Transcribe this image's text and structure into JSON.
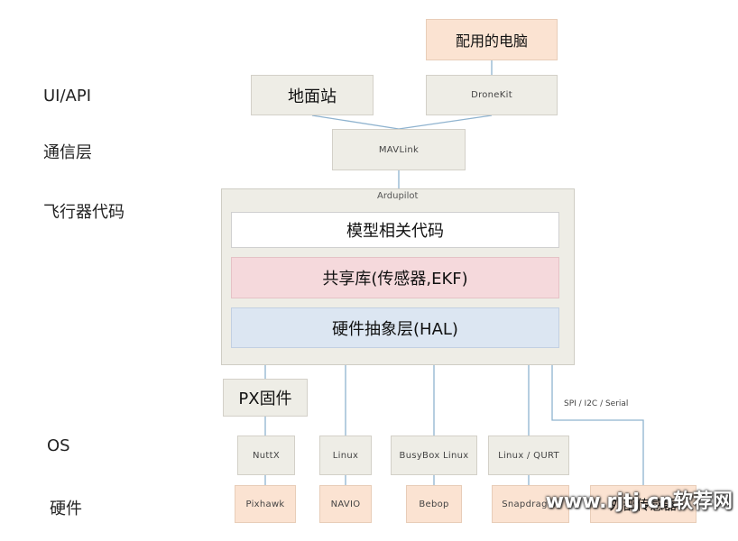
{
  "layers": {
    "ui_api": "UI/API",
    "comm": "通信层",
    "flight_code": "飞行器代码",
    "os": "OS",
    "hardware": "硬件"
  },
  "nodes": {
    "companion_pc": "配用的电脑",
    "ground_station": "地面站",
    "dronekit": "DroneKit",
    "mavlink": "MAVLink",
    "ardupilot": "Ardupilot",
    "model_code": "模型相关代码",
    "shared_lib": "共享库(传感器,EKF)",
    "hal": "硬件抽象层(HAL)",
    "px_firmware": "PX固件"
  },
  "os_items": [
    "NuttX",
    "Linux",
    "BusyBox Linux",
    "Linux / QURT"
  ],
  "hardware_items": [
    "Pixhawk",
    "NAVIO",
    "Bebop",
    "Snapdragon",
    "外部传感器"
  ],
  "bus_label": "SPI / I2C / Serial",
  "watermark": "www.rjtj.cn软荐网",
  "colors": {
    "gray_box": "#eeede6",
    "peach_box": "#fbe3d2",
    "shared_lib": "#f5d9dc",
    "hal": "#dce6f2",
    "line": "#8fb3cf"
  }
}
